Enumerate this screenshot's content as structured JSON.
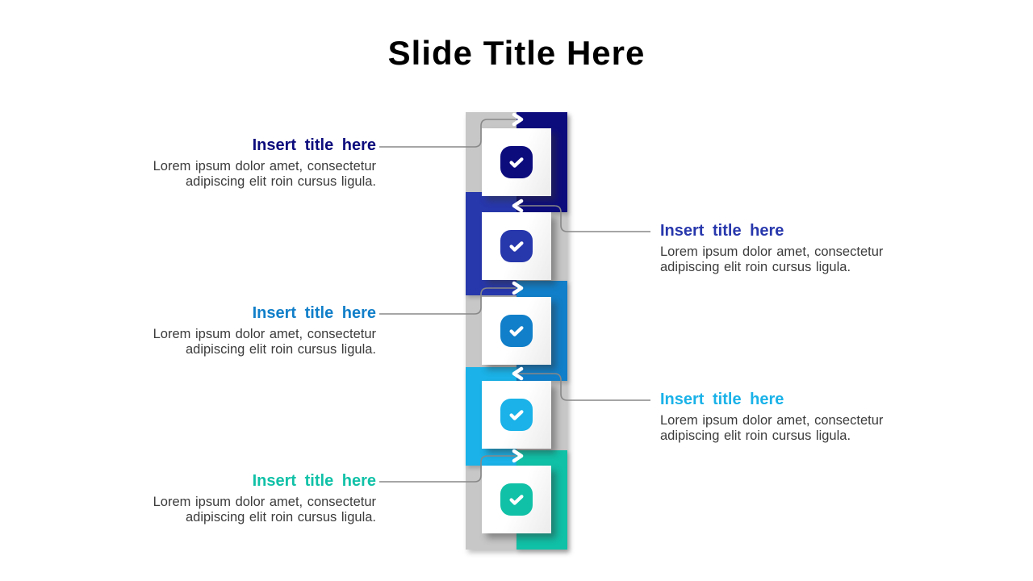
{
  "slide_title": "Slide Title Here",
  "items": [
    {
      "title": "Insert title here",
      "body": "Lorem ipsum dolor amet, consectetur adipiscing elit roin cursus ligula.",
      "color": "#0D0C7D",
      "side": "left",
      "icon": "check-icon"
    },
    {
      "title": "Insert title here",
      "body": "Lorem ipsum dolor amet, consectetur adipiscing elit roin cursus ligula.",
      "color": "#2737AC",
      "side": "right",
      "icon": "check-icon"
    },
    {
      "title": "Insert title here",
      "body": "Lorem ipsum dolor amet, consectetur adipiscing elit roin cursus ligula.",
      "color": "#117FC9",
      "side": "left",
      "icon": "check-icon"
    },
    {
      "title": "Insert title here",
      "body": "Lorem ipsum dolor amet, consectetur adipiscing elit roin cursus ligula.",
      "color": "#1AB2E8",
      "side": "right",
      "icon": "check-icon"
    },
    {
      "title": "Insert title here",
      "body": "Lorem ipsum dolor amet, consectetur adipiscing elit roin cursus ligula.",
      "color": "#10C1A7",
      "side": "left",
      "icon": "check-icon"
    }
  ],
  "colors": {
    "track": "#C7C7C7",
    "connector": "#888888",
    "arrow": "#FFFFFF",
    "body_text": "#3C3C3C",
    "title_text": "#000000",
    "background": "#FFFFFF"
  }
}
